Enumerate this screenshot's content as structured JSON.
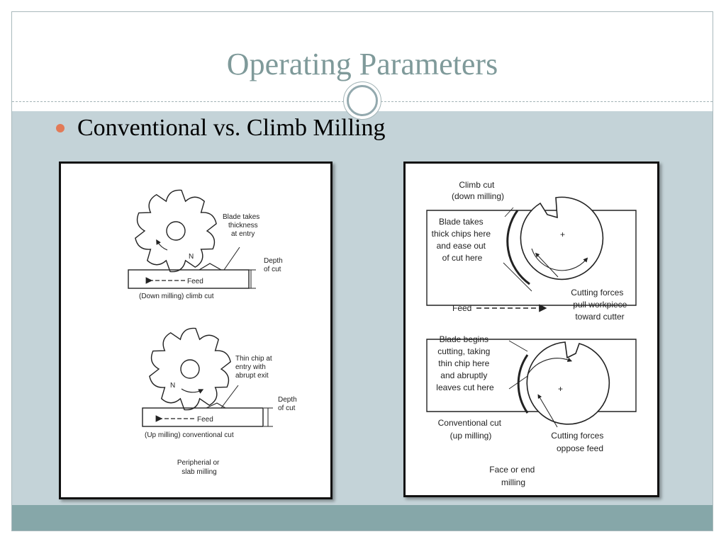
{
  "slide": {
    "title": "Operating Parameters",
    "bullet": "Conventional vs. Climb Milling",
    "colors": {
      "title": "#7f9a9a",
      "content_bg": "#c4d3d8",
      "footer": "#86a7a9",
      "bullet": "#e27a57"
    }
  },
  "figure_left": {
    "top_note": [
      "Blade takes",
      "thickness",
      "at entry"
    ],
    "top_rotation": "N",
    "top_depth": [
      "Depth",
      "of cut"
    ],
    "top_feed": "Feed",
    "top_caption": "(Down milling) climb cut",
    "bottom_note": [
      "Thin chip at",
      "entry with",
      "abrupt exit"
    ],
    "bottom_rotation": "N",
    "bottom_depth": [
      "Depth",
      "of cut"
    ],
    "bottom_feed": "Feed",
    "bottom_caption": "(Up milling) conventional cut",
    "footer": [
      "Peripherial or",
      "slab milling"
    ]
  },
  "figure_right": {
    "climb_title": [
      "Climb cut",
      "(down milling)"
    ],
    "climb_note": [
      "Blade takes",
      "thick chips here",
      "and ease out",
      "of cut here"
    ],
    "climb_forces": [
      "Cutting forces",
      "pull workpiece",
      "toward cutter"
    ],
    "feed": "Feed",
    "conv_note": [
      "Blade begins",
      "cutting, taking",
      "thin chip here",
      "and abruptly",
      "leaves cut here"
    ],
    "conv_title": [
      "Conventional cut",
      "(up milling)"
    ],
    "conv_forces": [
      "Cutting forces",
      "oppose feed"
    ],
    "footer": [
      "Face or end",
      "milling"
    ]
  }
}
